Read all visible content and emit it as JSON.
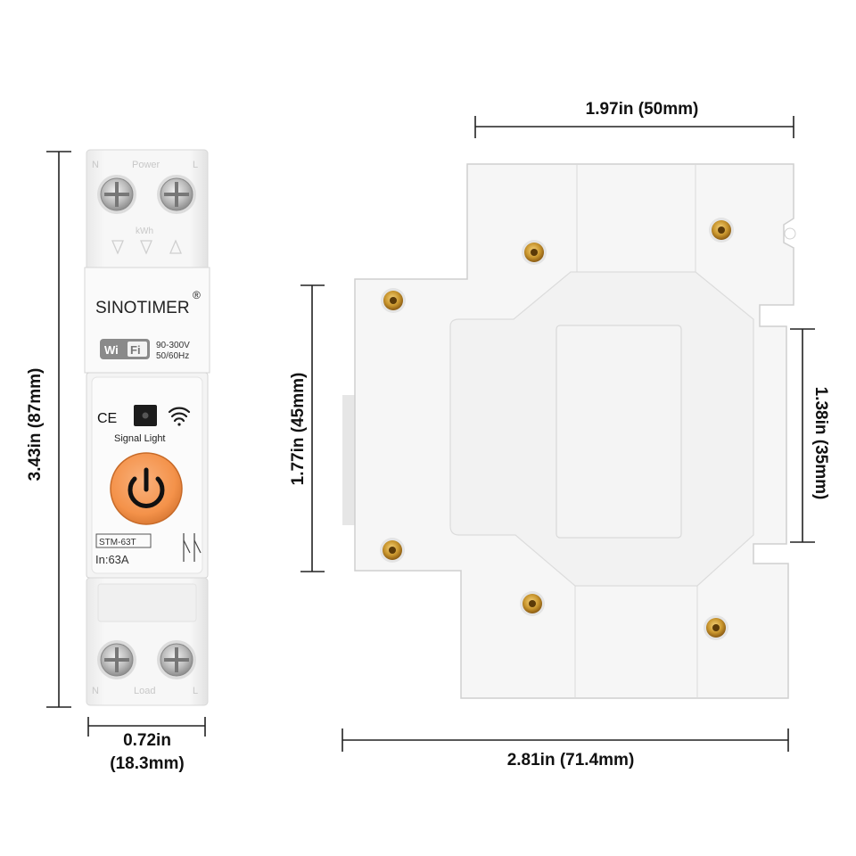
{
  "front_view": {
    "terminal_top_left_label": "N",
    "terminal_top_center_label": "Power",
    "terminal_top_right_label": "L",
    "kwh_label": "kWh",
    "brand": "SINOTIMER",
    "registered_mark": "®",
    "wifi_badge": {
      "wi": "Wi",
      "fi": "Fi"
    },
    "voltage": "90-300V",
    "frequency": "50/60Hz",
    "ce_mark": "CE",
    "signal_light_label": "Signal Light",
    "model": "STM-63T",
    "current_rating": "In:63A",
    "terminal_bottom_left_label": "N",
    "terminal_bottom_center_label": "Load",
    "terminal_bottom_right_label": "L",
    "power_button_color": "#F4924A"
  },
  "dimensions": {
    "front_height": "3.43in (87mm)",
    "front_width_line1": "0.72in",
    "front_width_line2": "(18.3mm)",
    "side_top_width": "1.97in (50mm)",
    "side_left_height": "1.77in (45mm)",
    "side_right_height": "1.38in (35mm)",
    "side_bottom_width": "2.81in (71.4mm)"
  },
  "icons": [
    "screw-icon",
    "power-icon",
    "wifi-icon",
    "switch-symbol-icon",
    "brass-insert-icon"
  ]
}
